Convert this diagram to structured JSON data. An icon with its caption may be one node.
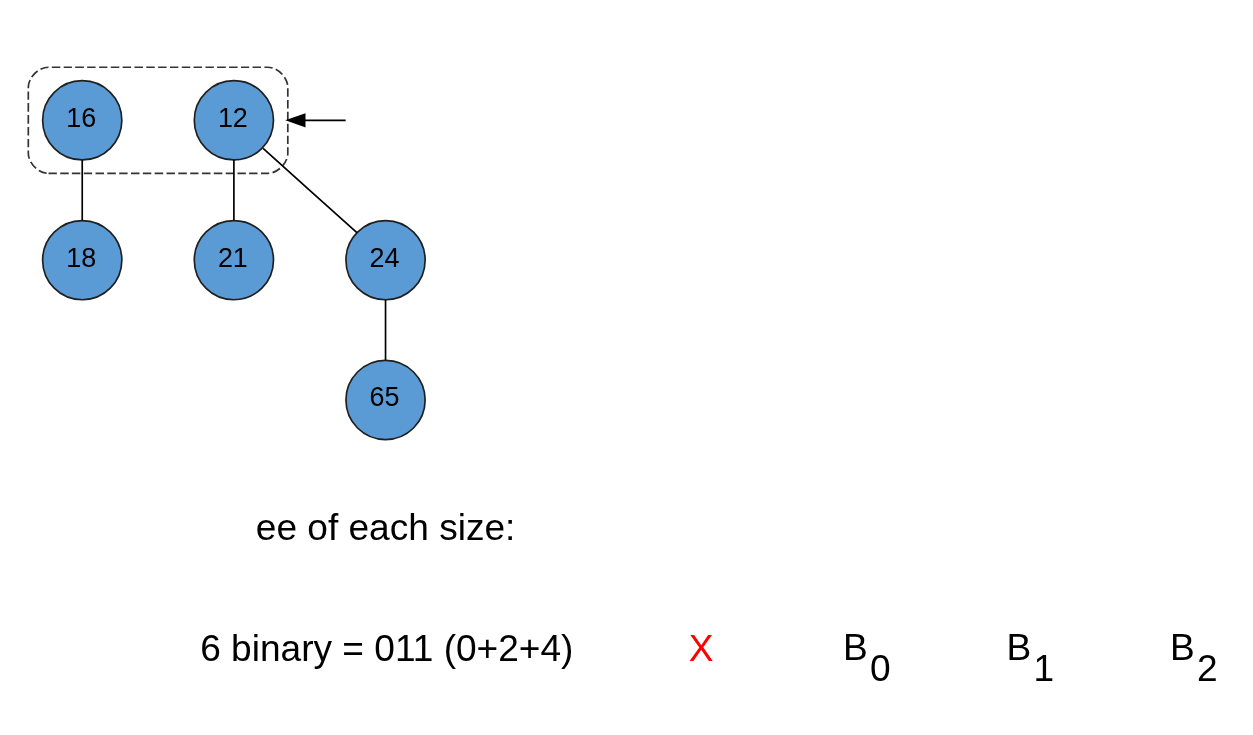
{
  "diagram": {
    "nodes": [
      {
        "text": [],
        "shape": "box"
      },
      {
        "text": [
          "16"
        ],
        "in": 0
      },
      {
        "text": [
          "12"
        ],
        "in": 0
      },
      {
        "text": [
          "18"
        ]
      },
      {
        "text": [
          "21"
        ]
      },
      {
        "text": [
          "24"
        ]
      },
      {
        "text": [
          "65"
        ]
      }
    ],
    "edges": [
      {
        "from": 1,
        "to": 3,
        "arrow": "none"
      },
      {
        "from": 2,
        "to": 4,
        "arrow": "none"
      },
      {
        "from": 2,
        "to": 5,
        "arrow": "none"
      },
      {
        "from": 5,
        "to": 6,
        "arrow": "none"
      },
      {
        "from": null,
        "to": 0,
        "arrow": "to"
      }
    ],
    "labels": [
      "ee of each size:",
      "6 binary = 011 (0+2+4)",
      "X",
      "B$_{0}$",
      "B$_{1}$",
      "B$_{2}$"
    ]
  }
}
